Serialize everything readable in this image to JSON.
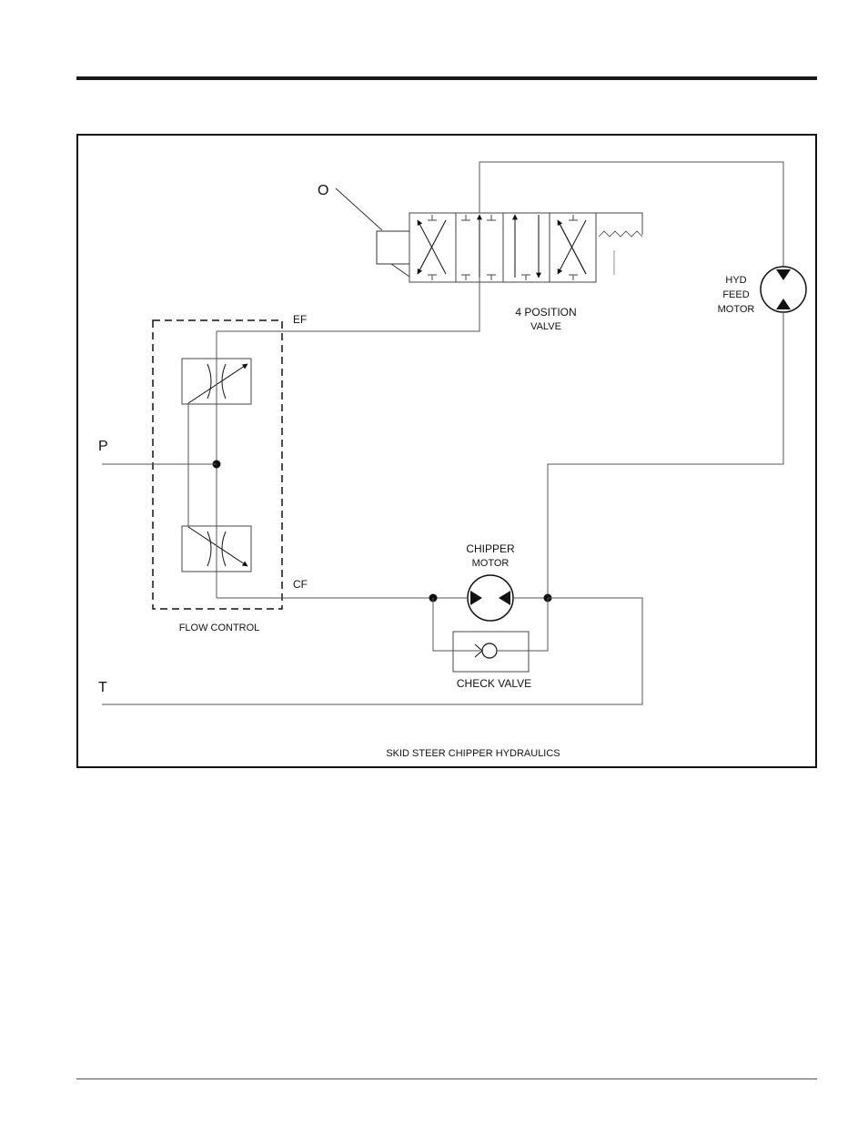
{
  "labels": {
    "o": "O",
    "p": "P",
    "t": "T",
    "ef": "EF",
    "cf": "CF",
    "valve_line1": "4 POSITION",
    "valve_line2": "VALVE",
    "feed_line1": "HYD",
    "feed_line2": "FEED",
    "feed_line3": "MOTOR",
    "chipper_line1": "CHIPPER",
    "chipper_line2": "MOTOR",
    "flow_control": "FLOW CONTROL",
    "check_valve": "CHECK VALVE",
    "title": "SKID STEER CHIPPER HYDRAULICS"
  }
}
